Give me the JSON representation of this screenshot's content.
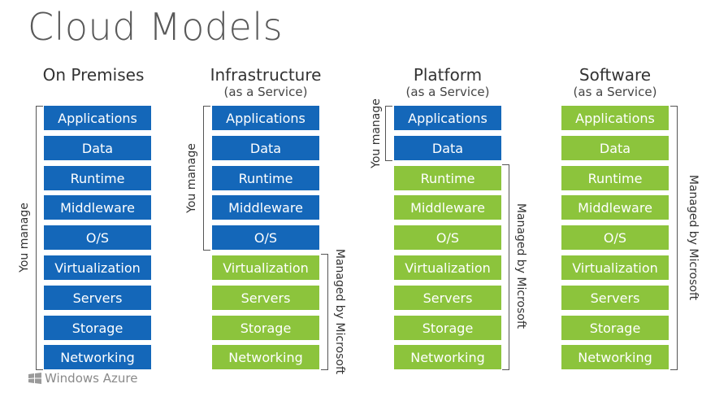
{
  "title": "Cloud Models",
  "columns": [
    {
      "name": "On Premises",
      "sub": ""
    },
    {
      "name": "Infrastructure",
      "sub": "(as a Service)"
    },
    {
      "name": "Platform",
      "sub": "(as a Service)"
    },
    {
      "name": "Software",
      "sub": "(as a Service)"
    }
  ],
  "layers": [
    "Applications",
    "Data",
    "Runtime",
    "Middleware",
    "O/S",
    "Virtualization",
    "Servers",
    "Storage",
    "Networking"
  ],
  "labels": {
    "you_manage": "You manage",
    "managed_by_microsoft": "Managed by Microsoft"
  },
  "logo": "Windows Azure",
  "colors": {
    "you_manage": "#1467b9",
    "microsoft_managed": "#8cc43c"
  },
  "managed_by_you_count": [
    9,
    5,
    2,
    0
  ]
}
